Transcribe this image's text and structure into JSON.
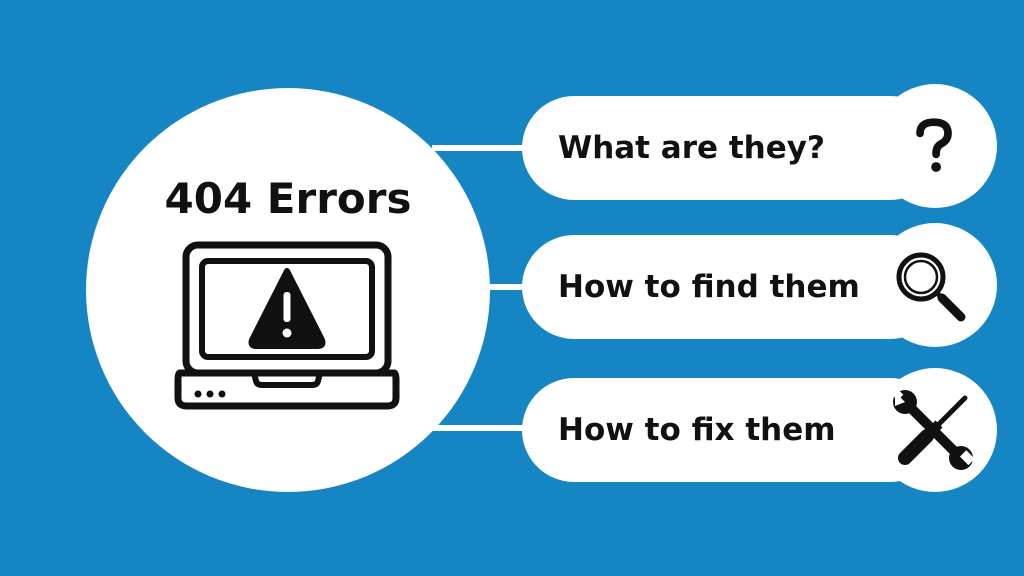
{
  "background_color": "#1585c4",
  "main": {
    "title": "404 Errors",
    "icon": "laptop-warning-icon"
  },
  "items": [
    {
      "label": "What are they?",
      "icon": "question-mark-icon"
    },
    {
      "label": "How to find them",
      "icon": "magnifying-glass-icon"
    },
    {
      "label": "How to fix them",
      "icon": "wrench-screwdriver-icon"
    }
  ]
}
